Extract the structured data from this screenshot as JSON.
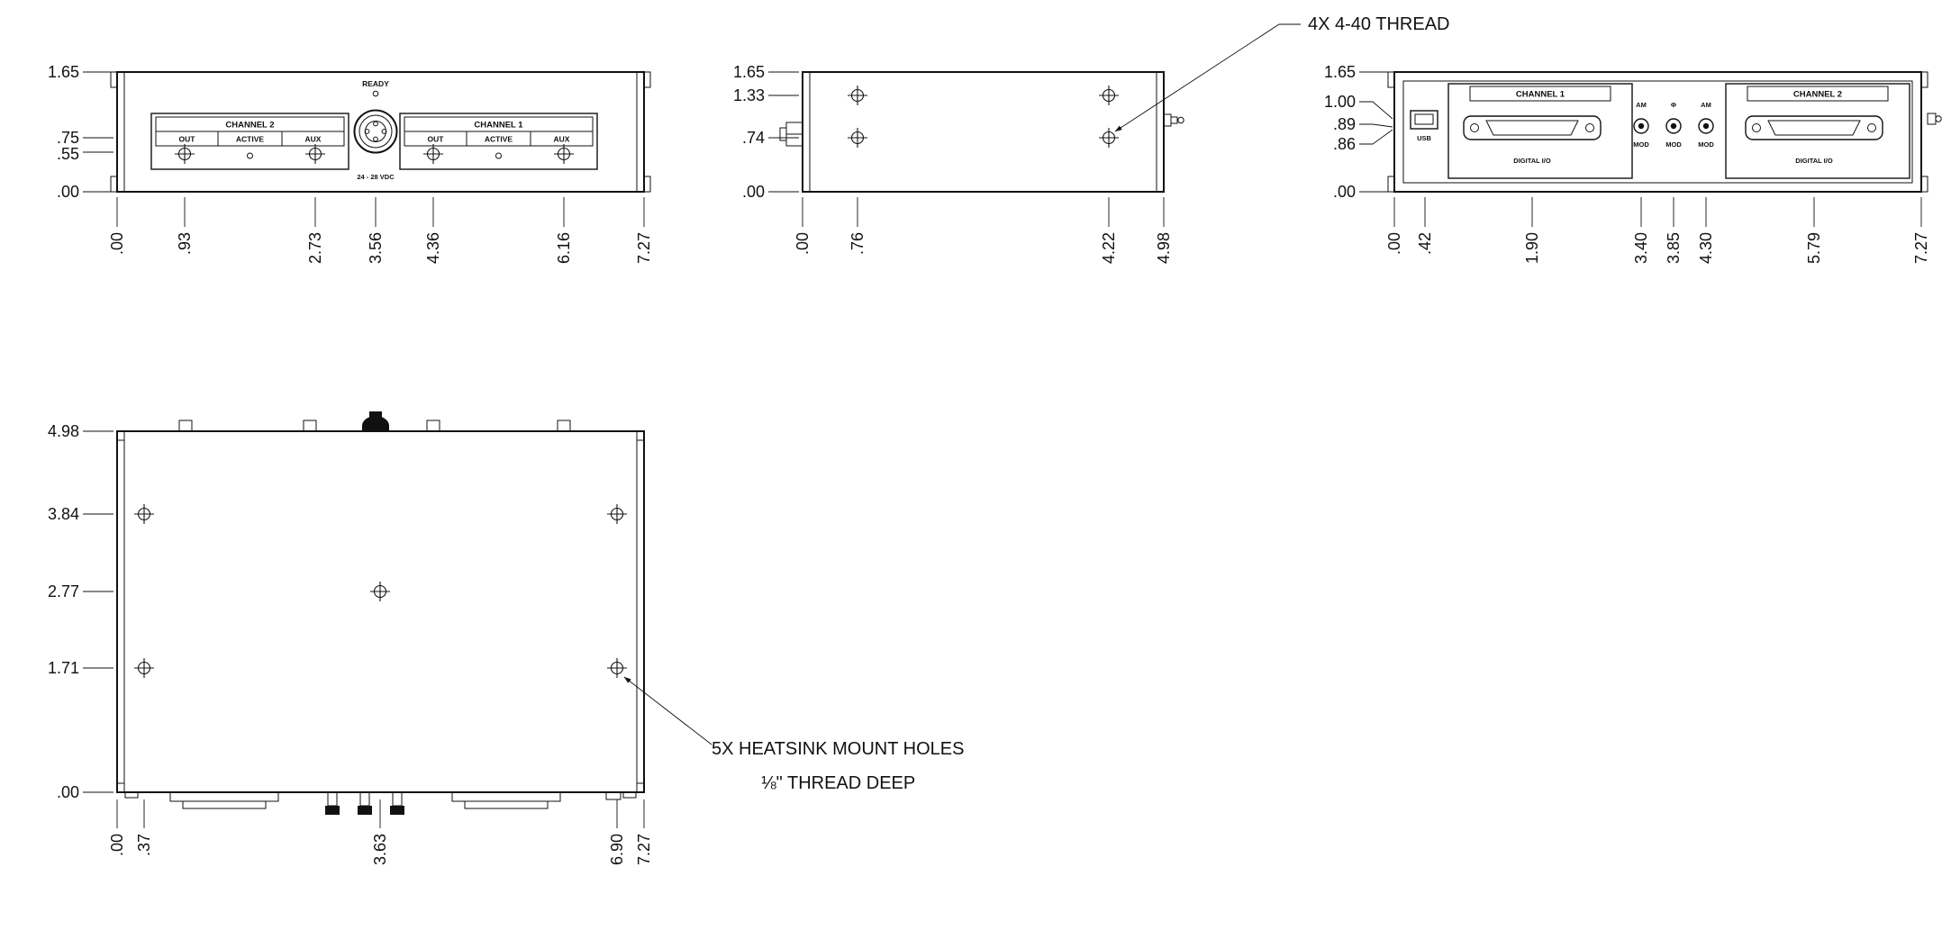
{
  "annotations": {
    "thread_note": "4X 4-40 THREAD",
    "heatsink_note_line1": "5X HEATSINK MOUNT HOLES",
    "heatsink_note_line2": "⅛\" THREAD DEEP"
  },
  "front_view": {
    "labels": {
      "channel2": "CHANNEL 2",
      "channel1": "CHANNEL 1",
      "out": "OUT",
      "active": "ACTIVE",
      "aux": "AUX",
      "ready": "READY",
      "vdc": "24 - 28 VDC"
    },
    "dims_left": [
      "1.65",
      ".75",
      ".55",
      ".00"
    ],
    "dims_bottom": [
      ".00",
      ".93",
      "2.73",
      "3.56",
      "4.36",
      "6.16",
      "7.27"
    ]
  },
  "side_view": {
    "dims_left": [
      "1.65",
      "1.33",
      ".74",
      ".00"
    ],
    "dims_bottom": [
      ".00",
      ".76",
      "4.22",
      "4.98"
    ]
  },
  "back_view": {
    "labels": {
      "channel1": "CHANNEL 1",
      "channel2": "CHANNEL 2",
      "usb": "USB",
      "digital_io": "DIGITAL I/O",
      "am": "AM",
      "phase": "Φ",
      "mod": "MOD"
    },
    "dims_left": [
      "1.65",
      "1.00",
      ".89",
      ".86",
      ".00"
    ],
    "dims_bottom": [
      ".00",
      ".42",
      "1.90",
      "3.40",
      "3.85",
      "4.30",
      "5.79",
      "7.27"
    ]
  },
  "bottom_view": {
    "dims_left": [
      "4.98",
      "3.84",
      "2.77",
      "1.71",
      ".00"
    ],
    "dims_bottom": [
      ".00",
      ".37",
      "3.63",
      "6.90",
      "7.27"
    ]
  },
  "colors": {
    "line": "#111111",
    "background": "#ffffff"
  }
}
